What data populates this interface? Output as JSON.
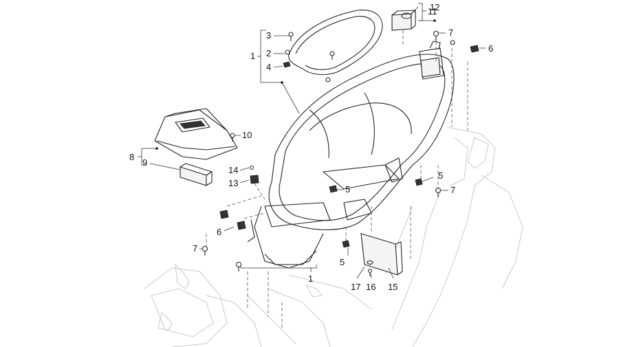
{
  "callouts": {
    "c1a": "1",
    "c1b": "1",
    "c2": "2",
    "c3": "3",
    "c4": "4",
    "c5a": "5",
    "c5b": "5",
    "c5c": "5",
    "c6a": "6",
    "c6b": "6",
    "c7a": "7",
    "c7b": "7",
    "c7c": "7",
    "c8": "8",
    "c9": "9",
    "c10": "10",
    "c11": "11",
    "c12": "12",
    "c13": "13",
    "c14": "14",
    "c15": "15",
    "c16": "16",
    "c17": "17"
  },
  "colors": {
    "line": "#222222",
    "ghost": "#c9c9c9",
    "background": "#ffffff"
  }
}
